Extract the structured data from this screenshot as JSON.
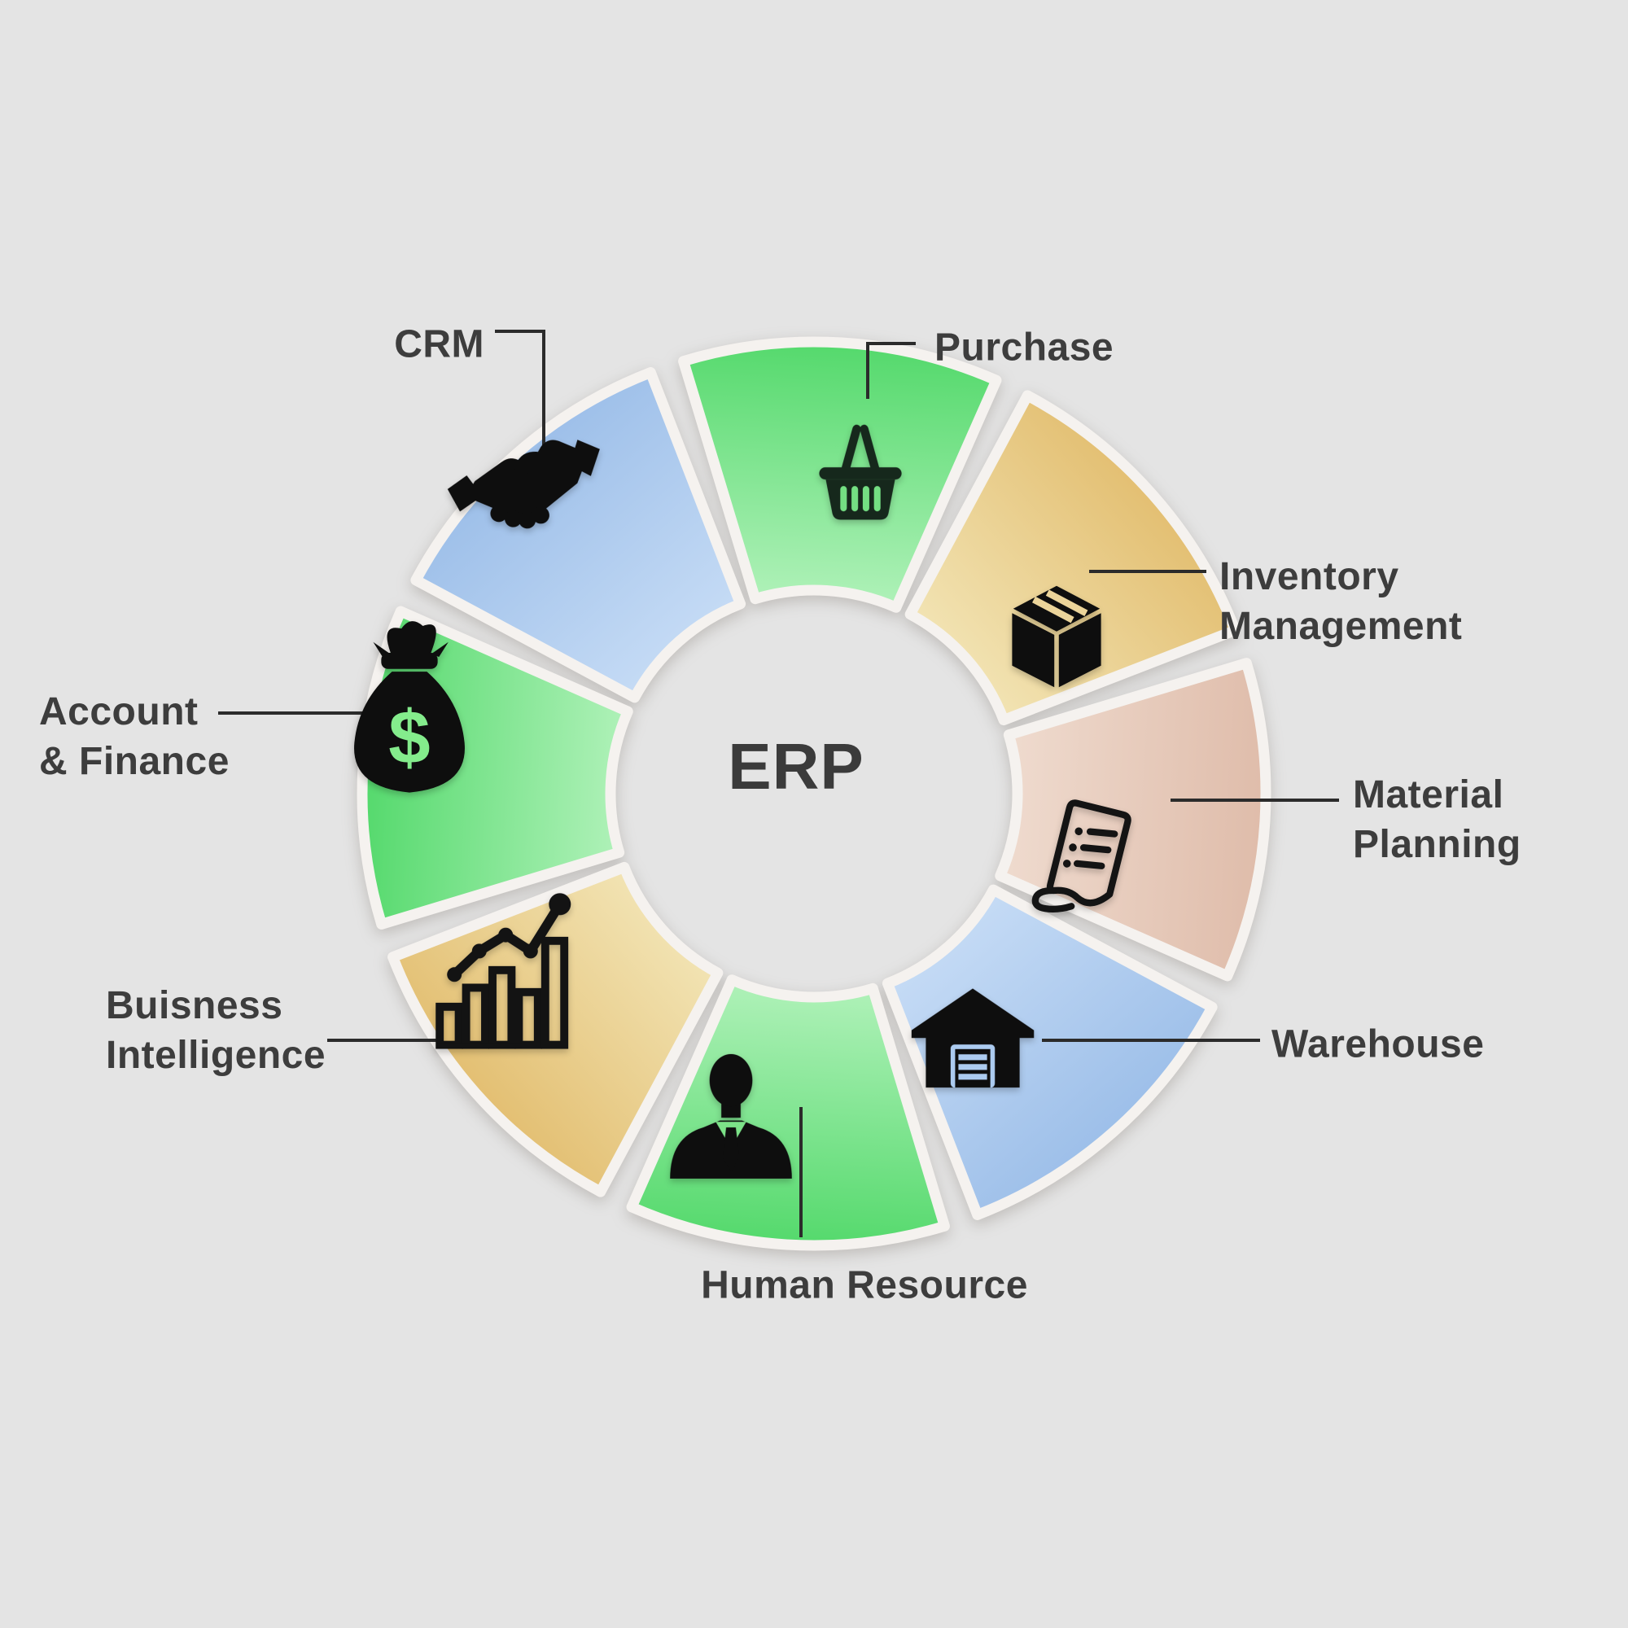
{
  "title": "ERP",
  "background_color": "#e4e4e4",
  "label_color": "#3d3d3d",
  "connector_color": "#2b2b2b",
  "segment_border_color": "#f5f2ef",
  "segments": [
    {
      "id": "purchase",
      "label": "Purchase",
      "icon": "shopping-basket-icon",
      "color_outer": "#54d96c",
      "color_inner": "#b6f3be"
    },
    {
      "id": "inventory-management",
      "label": "Inventory\nManagement",
      "icon": "box-icon",
      "color_outer": "#e3bf72",
      "color_inner": "#f3e6b8"
    },
    {
      "id": "material-planning",
      "label": "Material\nPlanning",
      "icon": "document-list-icon",
      "color_outer": "#dfbcaa",
      "color_inner": "#f0ddd1"
    },
    {
      "id": "warehouse",
      "label": "Warehouse",
      "icon": "warehouse-icon",
      "color_outer": "#9dbfe9",
      "color_inner": "#c8ddf6"
    },
    {
      "id": "human-resource",
      "label": "Human Resource",
      "icon": "businessman-icon",
      "color_outer": "#54d96c",
      "color_inner": "#b6f3be"
    },
    {
      "id": "business-intelligence",
      "label": "Buisness\nIntelligence",
      "icon": "bar-chart-icon",
      "color_outer": "#e3bf72",
      "color_inner": "#f3e6b8"
    },
    {
      "id": "account-finance",
      "label": "Account\n& Finance",
      "icon": "money-bag-icon",
      "color_outer": "#54d96c",
      "color_inner": "#b6f3be"
    },
    {
      "id": "crm",
      "label": "CRM",
      "icon": "handshake-icon",
      "color_outer": "#9dbfe9",
      "color_inner": "#c8ddf6"
    }
  ]
}
